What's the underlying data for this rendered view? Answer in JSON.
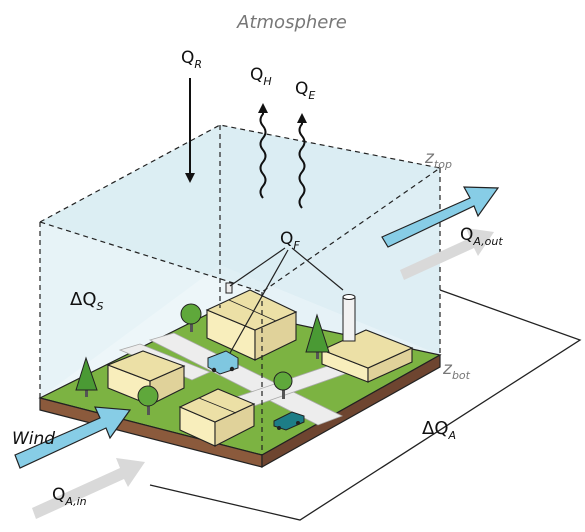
{
  "diagram": {
    "atmosphere_label": "Atmosphere",
    "labels": {
      "q_r": {
        "main": "Q",
        "sub": "R"
      },
      "q_h": {
        "main": "Q",
        "sub": "H"
      },
      "q_e": {
        "main": "Q",
        "sub": "E"
      },
      "q_f": {
        "main": "Q",
        "sub": "F"
      },
      "delta_q_s": {
        "main": "ΔQ",
        "sub": "S"
      },
      "delta_q_a": {
        "main": "ΔQ",
        "sub": "A"
      },
      "q_a_out": {
        "main": "Q",
        "sub": "A,out"
      },
      "q_a_in": {
        "main": "Q",
        "sub": "A,in"
      },
      "z_top": {
        "main": "z",
        "sub": "top"
      },
      "z_bot": {
        "main": "z",
        "sub": "bot"
      },
      "wind": "Wind"
    },
    "colors": {
      "box_fill": "#e4f1f5",
      "grass": "#7cb342",
      "soil": "#8b5a3c",
      "building": "#f8eebc",
      "roof": "#ece0a6",
      "arrow_fill": "#87cde6",
      "arrow_shadow": "#d9d9d9",
      "road": "#ededed",
      "tree": "#5fa83b",
      "van": "#7fc7e0",
      "car": "#1d7d86"
    },
    "icons": [
      "tree-icon",
      "van-icon",
      "car-icon",
      "chimney-icon",
      "wavy-arrow-icon"
    ]
  }
}
